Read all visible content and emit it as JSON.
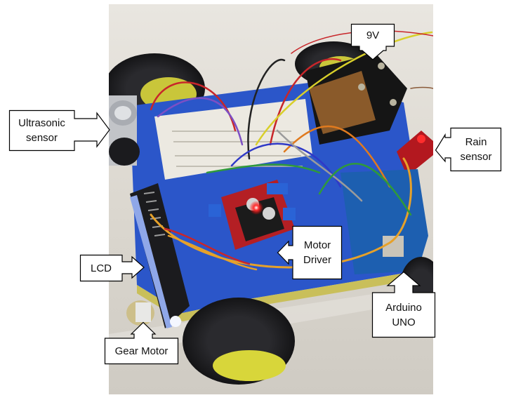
{
  "figure": {
    "subject": "Arduino-based rain-sensing robotic car with components labeled",
    "background_color": "#ffffff",
    "callout_border_color": "#000000",
    "callout_fill_color": "#ffffff"
  },
  "labels": {
    "ultrasonic_sensor": {
      "line1": "Ultrasonic",
      "line2": "sensor",
      "arrow_direction": "right"
    },
    "battery_9v": {
      "text": "9V",
      "arrow_direction": "down"
    },
    "rain_sensor": {
      "line1": "Rain",
      "line2": "sensor",
      "arrow_direction": "left"
    },
    "motor_driver": {
      "line1": "Motor",
      "line2": "Driver",
      "arrow_direction": "left"
    },
    "lcd": {
      "text": "LCD",
      "arrow_direction": "right"
    },
    "arduino_uno": {
      "line1": "Arduino",
      "line2": "UNO",
      "arrow_direction": "up"
    },
    "gear_motor": {
      "text": "Gear Motor",
      "arrow_direction": "up"
    }
  },
  "photo_colors": {
    "floor": "#dcd8d0",
    "chassis": "#2b56c9",
    "tire": "#1c1c1f",
    "hub": "#d8d63a",
    "breadboard": "#ece9e1",
    "driver_board": "#b41f24",
    "arduino_board": "#1d5fb0",
    "battery_holder": "#151515",
    "rain_board": "#b3181f",
    "led_red": "#ff2a2a"
  }
}
